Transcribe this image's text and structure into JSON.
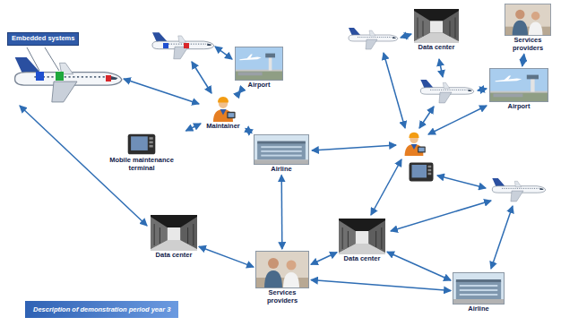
{
  "diagram": {
    "caption": "Description of demonstration period year 3",
    "nodes": [
      {
        "text": [
          "Embedded systems"
        ]
      },
      {
        "text": [
          "Airport"
        ]
      },
      {
        "text": [
          "Maintainer"
        ]
      },
      {
        "text": [
          "Mobile maintenance terminal"
        ]
      },
      {
        "text": [
          "Airline"
        ]
      },
      {
        "text": [
          "Data center"
        ]
      },
      {
        "text": [
          "Services providers"
        ]
      },
      {
        "text": [
          "Airport"
        ]
      },
      {
        "text": [
          "Data center"
        ]
      },
      {
        "text": [
          "Services providers"
        ]
      },
      {
        "text": [
          "Data center"
        ]
      },
      {
        "text": [
          "Airline"
        ]
      }
    ],
    "edges": [
      {
        "from": 2,
        "to": 1,
        "arrow": "both"
      },
      {
        "from": 2,
        "to": 4,
        "arrow": "both"
      },
      {
        "from": 2,
        "to": 3,
        "arrow": "both"
      },
      {
        "from": 4,
        "to": 9,
        "arrow": "both"
      },
      {
        "from": 8,
        "to": 9,
        "arrow": "both"
      },
      {
        "from": 9,
        "to": 10,
        "arrow": "both"
      },
      {
        "from": 9,
        "to": 11,
        "arrow": "both"
      },
      {
        "from": 10,
        "to": 11,
        "arrow": "both"
      },
      {
        "from": 6,
        "to": 7,
        "arrow": "both"
      }
    ]
  }
}
